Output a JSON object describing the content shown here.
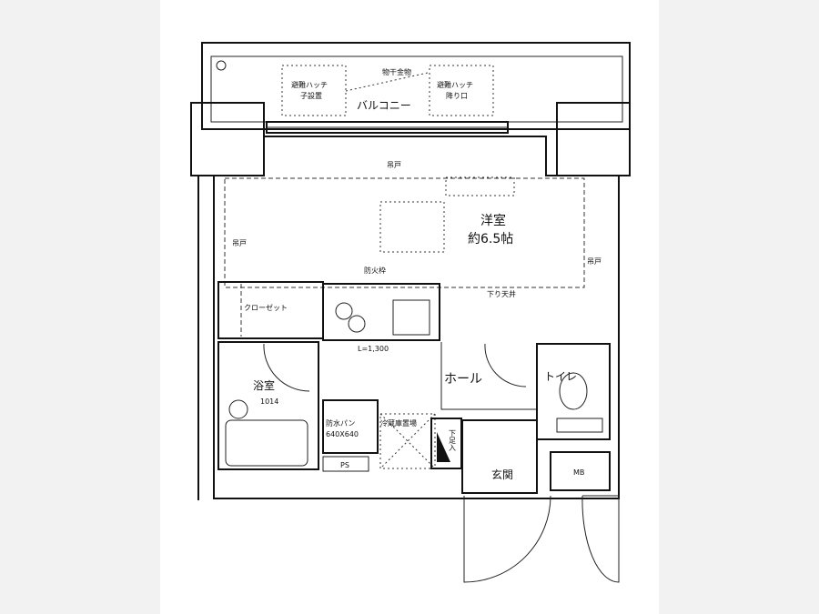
{
  "floor_plan": {
    "rooms": {
      "western_room": "洋室",
      "western_room_size": "約6.5帖",
      "balcony": "バルコニー",
      "closet": "クローゼット",
      "hall": "ホール",
      "bathroom": "浴室",
      "bathroom_size": "1014",
      "toilet": "トイレ",
      "entrance": "玄関",
      "meter_box": "MB",
      "pipe_space": "PS"
    },
    "annotations": {
      "evac_hatch_upper": "避難ハッチ",
      "evac_hatch_upper_sub": "子設置",
      "clothes_rack": "物干金物",
      "evac_hatch_lower": "避難ハッチ",
      "evac_hatch_lower_sub": "降り口",
      "hanging_door_top": "吊戸",
      "hanging_door_left": "吊戸",
      "hanging_door_right": "吊戸",
      "fire_shelf": "防火枠",
      "lowered_ceiling": "下り天井",
      "kitchen_length": "L=1,300",
      "washer_pan": "防水パン",
      "washer_pan_size": "640X640",
      "fridge": "冷蔵庫置場",
      "shoe_box": "下足入"
    }
  }
}
